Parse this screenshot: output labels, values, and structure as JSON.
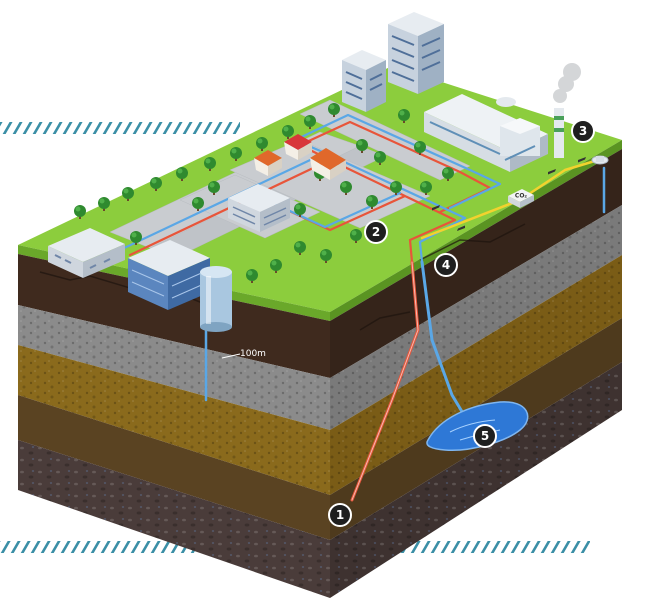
{
  "diagram": {
    "depth_label": "100m",
    "co2_label": "CO₂",
    "markers": [
      "1",
      "2",
      "3",
      "4",
      "5"
    ],
    "colors": {
      "grass": "#8ccd3d",
      "grass_side": "#6aa82a",
      "road": "#c9ccd0",
      "hot_pipe": "#e8553a",
      "cold_pipe": "#5aa7e6",
      "yellow_pipe": "#f2d22e",
      "reservoir": "#2e78d6",
      "dashes": "#3b8fa6"
    },
    "icons": [
      "tree-icon",
      "building-icon",
      "house-icon",
      "factory-icon",
      "water-tower-icon",
      "smoke-icon"
    ]
  }
}
